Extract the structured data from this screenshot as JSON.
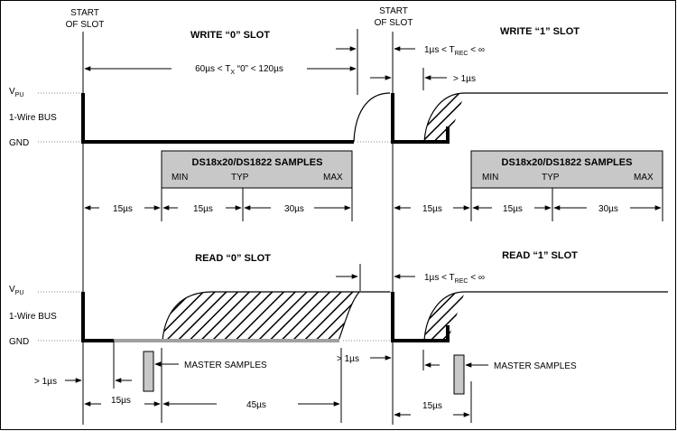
{
  "start_label_1": "START",
  "start_label_2": "OF SLOT",
  "write0": {
    "title": "WRITE “0” SLOT",
    "timing": [
      "60µs < T",
      "X",
      " “0” < 120µs"
    ]
  },
  "write1": {
    "title": "WRITE “1” SLOT",
    "trec": [
      "1µs < T",
      "REC",
      " < ∞"
    ],
    "gt1": "> 1µs"
  },
  "read0": {
    "title": "READ “0” SLOT",
    "gt1": "> 1µs",
    "gt1_right": "> 1µs"
  },
  "read1": {
    "title": "READ “1” SLOT",
    "trec": [
      "1µs < T",
      "REC",
      " < ∞"
    ]
  },
  "levels": {
    "vpu": "V",
    "vpu_sub": "PU",
    "bus": "1-Wire BUS",
    "gnd": "GND"
  },
  "samples_box": {
    "title": "DS18x20/DS1822 SAMPLES",
    "min": "MIN",
    "typ": "TYP",
    "max": "MAX"
  },
  "durations": {
    "d15": "15µs",
    "d30": "30µs",
    "d45": "45µs"
  },
  "master_samples": "MASTER SAMPLES",
  "colors": {
    "line": "#000000",
    "box_fill": "#c8c8c8",
    "gray_line": "#a0a0a0",
    "dotted": "#888888"
  }
}
